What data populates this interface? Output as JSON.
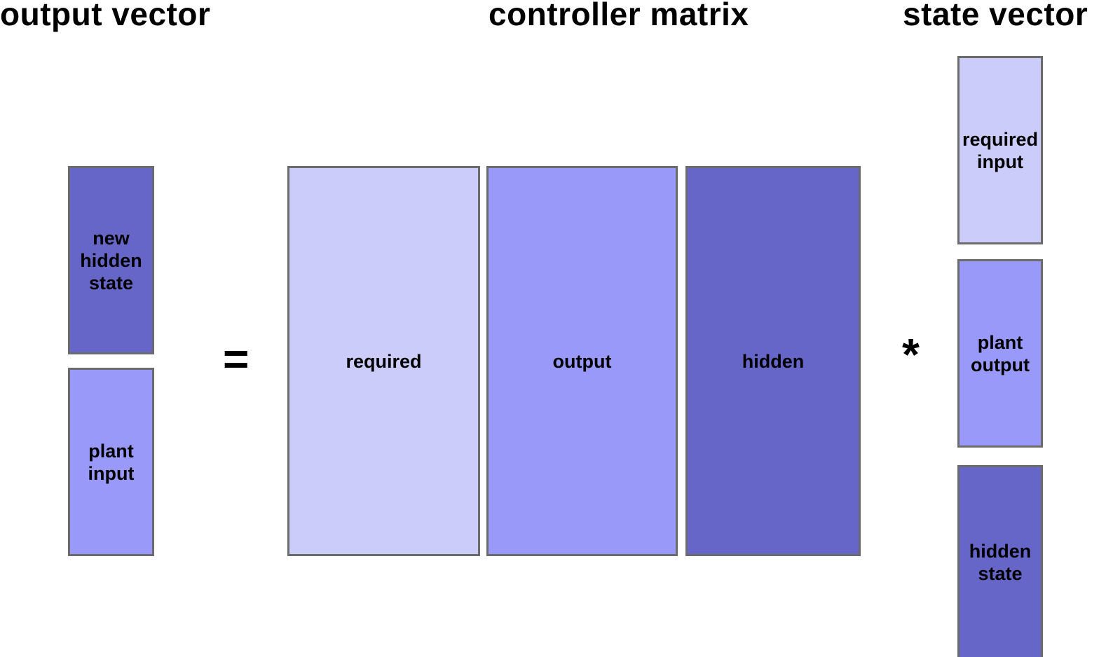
{
  "headings": {
    "output_vector": "output vector",
    "controller_matrix": "controller matrix",
    "state_vector": "state vector"
  },
  "output_vector": {
    "blocks": [
      {
        "label": "new\nhidden\nstate",
        "color": "#6666c9"
      },
      {
        "label": "plant\ninput",
        "color": "#9999fa"
      }
    ]
  },
  "operators": {
    "equals": "=",
    "multiply": "*"
  },
  "controller_matrix": {
    "blocks": [
      {
        "label": "required",
        "color": "#ccccfa"
      },
      {
        "label": "output",
        "color": "#9999fa"
      },
      {
        "label": "hidden",
        "color": "#6666c9"
      }
    ]
  },
  "state_vector": {
    "blocks": [
      {
        "label": "required\ninput",
        "color": "#ccccfa"
      },
      {
        "label": "plant\noutput",
        "color": "#9999fa"
      },
      {
        "label": "hidden\nstate",
        "color": "#6666c9"
      }
    ]
  }
}
